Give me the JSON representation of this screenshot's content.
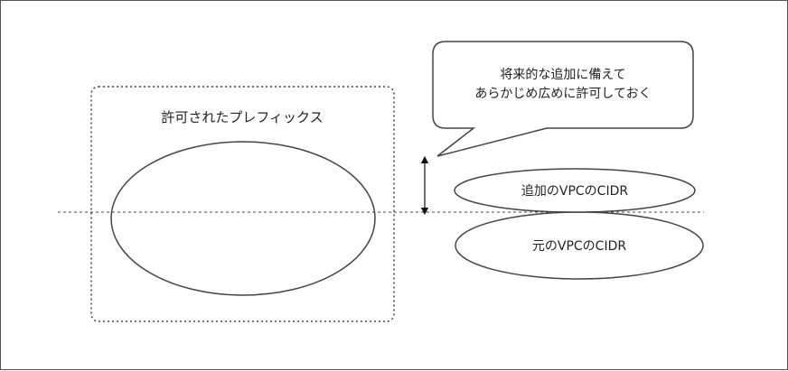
{
  "diagram": {
    "allowed_prefix_label": "許可されたプレフィックス",
    "callout_lines": [
      "将来的な追加に備えて",
      "あらかじめ広めに許可しておく"
    ],
    "additional_cidr_label": "追加のVPCのCIDR",
    "original_cidr_label": "元のVPCのCIDR"
  },
  "colors": {
    "stroke": "#444444",
    "text": "#222222",
    "background": "#ffffff"
  }
}
